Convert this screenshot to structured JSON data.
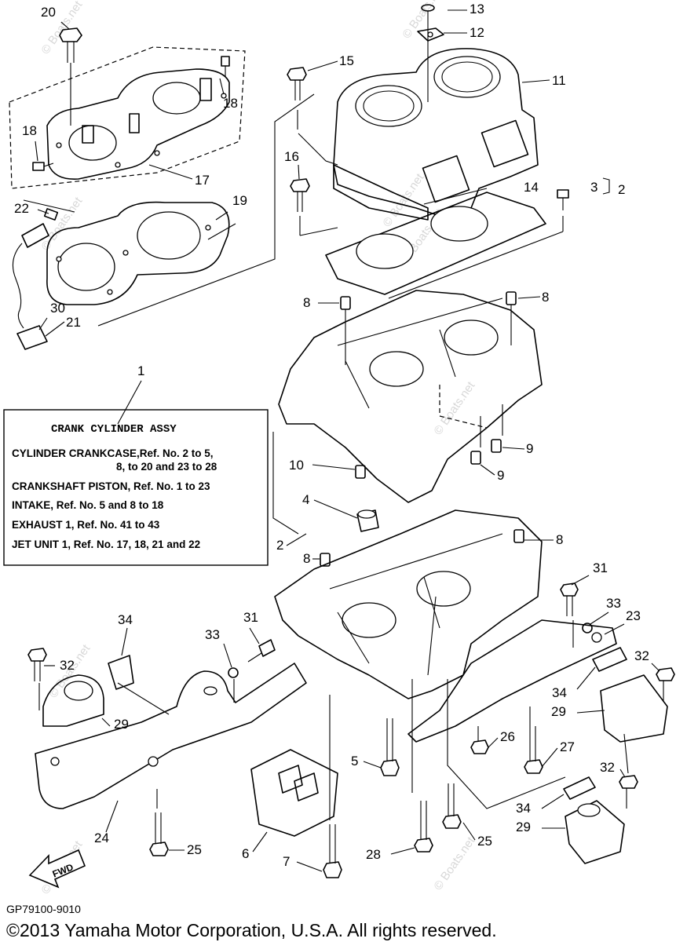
{
  "callouts": {
    "c1": "1",
    "c2a": "2",
    "c2b": "2",
    "c3": "3",
    "c4": "4",
    "c5": "5",
    "c6": "6",
    "c7": "7",
    "c8a": "8",
    "c8b": "8",
    "c8c": "8",
    "c8d": "8",
    "c9a": "9",
    "c9b": "9",
    "c10": "10",
    "c11": "11",
    "c12": "12",
    "c13": "13",
    "c14": "14",
    "c15": "15",
    "c16": "16",
    "c17": "17",
    "c18a": "18",
    "c18b": "18",
    "c19": "19",
    "c20": "20",
    "c21": "21",
    "c22": "22",
    "c23": "23",
    "c24": "24",
    "c25a": "25",
    "c25b": "25",
    "c26": "26",
    "c27": "27",
    "c28": "28",
    "c29a": "29",
    "c29b": "29",
    "c29c": "29",
    "c30": "30",
    "c31a": "31",
    "c31b": "31",
    "c32a": "32",
    "c32b": "32",
    "c32c": "32",
    "c33a": "33",
    "c33b": "33",
    "c34a": "34",
    "c34b": "34",
    "c34c": "34"
  },
  "info_box": {
    "title": "CRANK CYLINDER ASSY",
    "lines": [
      "CYLINDER CRANKCASE,Ref. No. 2 to 5,",
      "8, to 20 and 23 to 28",
      "CRANKSHAFT PISTON, Ref. No. 1 to 23",
      "INTAKE, Ref. No. 5 and 8 to 18",
      "EXHAUST 1, Ref. No. 41 to 43",
      "JET UNIT 1, Ref. No. 17, 18, 21 and 22"
    ]
  },
  "fwd_label": "FWD",
  "diagram_code": "GP79100-9010",
  "copyright": "©2013 Yamaha Motor Corporation, U.S.A. All rights reserved.",
  "watermark": "© Boats.net",
  "colors": {
    "ink": "#000000",
    "paper": "#ffffff",
    "watermark": "#d8d8d8"
  }
}
